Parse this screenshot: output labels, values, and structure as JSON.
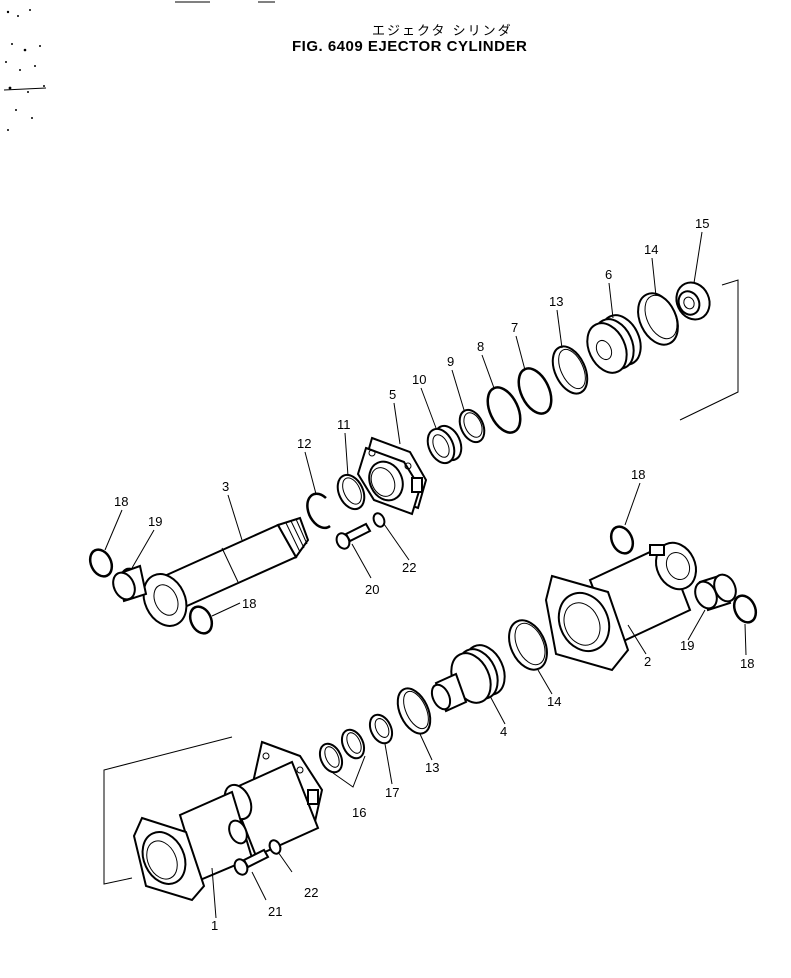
{
  "header": {
    "jp_title": "エジェクタ  シリンダ",
    "fig_title": "FIG. 6409  EJECTOR CYLINDER"
  },
  "callouts": [
    {
      "id": "c15",
      "label": "15"
    },
    {
      "id": "c14a",
      "label": "14"
    },
    {
      "id": "c6",
      "label": "6"
    },
    {
      "id": "c13a",
      "label": "13"
    },
    {
      "id": "c7",
      "label": "7"
    },
    {
      "id": "c8",
      "label": "8"
    },
    {
      "id": "c9",
      "label": "9"
    },
    {
      "id": "c10",
      "label": "10"
    },
    {
      "id": "c5",
      "label": "5"
    },
    {
      "id": "c11",
      "label": "11"
    },
    {
      "id": "c12",
      "label": "12"
    },
    {
      "id": "c3",
      "label": "3"
    },
    {
      "id": "c18a",
      "label": "18"
    },
    {
      "id": "c19a",
      "label": "19"
    },
    {
      "id": "c18b",
      "label": "18"
    },
    {
      "id": "c20",
      "label": "20"
    },
    {
      "id": "c22a",
      "label": "22"
    },
    {
      "id": "c18c",
      "label": "18"
    },
    {
      "id": "c2",
      "label": "2"
    },
    {
      "id": "c19b",
      "label": "19"
    },
    {
      "id": "c18d",
      "label": "18"
    },
    {
      "id": "c14b",
      "label": "14"
    },
    {
      "id": "c4",
      "label": "4"
    },
    {
      "id": "c13b",
      "label": "13"
    },
    {
      "id": "c17",
      "label": "17"
    },
    {
      "id": "c16",
      "label": "16"
    },
    {
      "id": "c1",
      "label": "1"
    },
    {
      "id": "c22b",
      "label": "22"
    },
    {
      "id": "c21",
      "label": "21"
    }
  ]
}
